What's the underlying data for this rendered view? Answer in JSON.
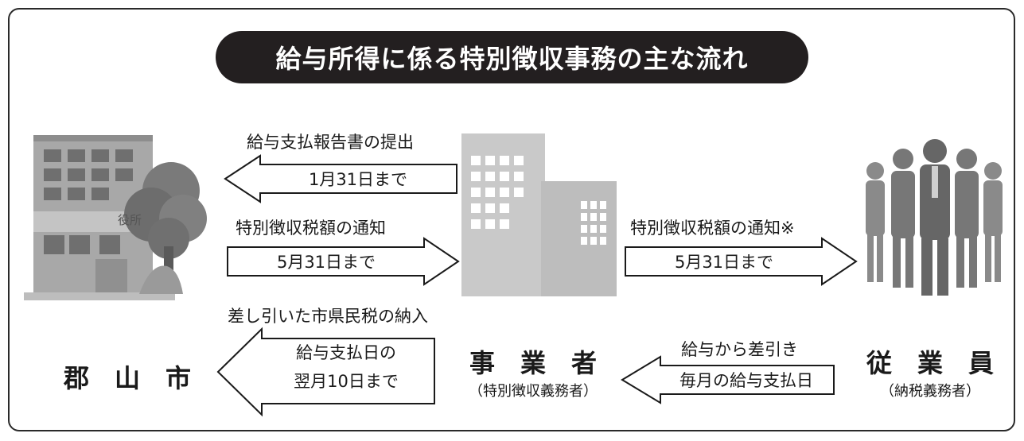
{
  "title": "給与所得に係る特別徴収事務の主な流れ",
  "city_hall_sign": "役所",
  "flow_report": {
    "label": "給与支払報告書の提出",
    "deadline": "1月31日まで"
  },
  "flow_notice_city": {
    "label": "特別徴収税額の通知",
    "deadline": "5月31日まで"
  },
  "flow_notice_employee": {
    "label": "特別徴収税額の通知※",
    "deadline": "5月31日まで"
  },
  "flow_payment": {
    "label": "差し引いた市県民税の納入",
    "deadline_line1": "給与支払日の",
    "deadline_line2": "翌月10日まで"
  },
  "flow_deduction": {
    "label": "給与から差引き",
    "timing": "毎月の給与支払日"
  },
  "entities": {
    "city": "郡　山　市",
    "employer": "事　業　者",
    "employer_sub": "（特別徴収義務者）",
    "employee": "従　業　員",
    "employee_sub": "（納税義務者）"
  }
}
